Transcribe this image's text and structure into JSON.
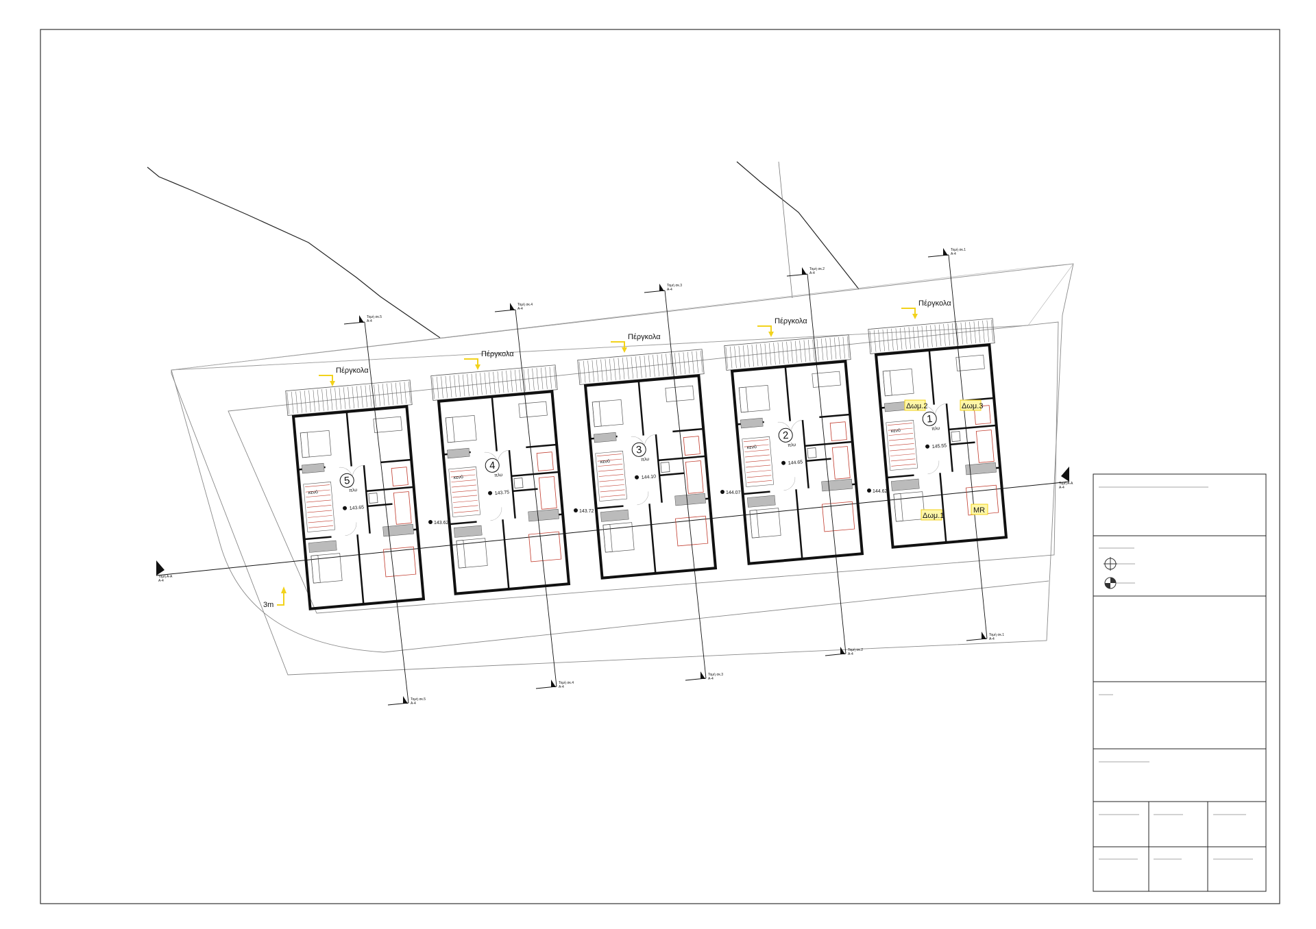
{
  "colors": {
    "wall": "#111111",
    "thin": "#555555",
    "site": "#888888",
    "accent": "#f2d21b",
    "red": "#c0392b",
    "highlight": "#fff7a8"
  },
  "units": [
    {
      "number": "5",
      "pergola": "Πέργκολα",
      "level": "143.65",
      "section": "Τομή σκ.5",
      "tag_void": "κενό",
      "tag_corr": "πλυ"
    },
    {
      "number": "4",
      "pergola": "Πέργκολα",
      "level": "143.75",
      "section": "Τομή σκ.4",
      "tag_void": "κενό",
      "tag_corr": "πλυ"
    },
    {
      "number": "3",
      "pergola": "Πέργκολα",
      "level": "144.10",
      "section": "Τομή σκ.3",
      "tag_void": "κενό",
      "tag_corr": "πλυ"
    },
    {
      "number": "2",
      "pergola": "Πέργκολα",
      "level": "144.65",
      "section": "Τομή σκ.2",
      "tag_void": "κενό",
      "tag_corr": "πλυ"
    },
    {
      "number": "1",
      "pergola": "Πέργκολα",
      "level": "145.55",
      "section": "Τομή σκ.1",
      "tag_void": "κενό",
      "tag_corr": "πλυ"
    }
  ],
  "ground_levels": [
    "143.62",
    "143.72",
    "144.07",
    "144.62"
  ],
  "section_aa": "Τομή Α-Α",
  "sheet_ref": "Α-4",
  "setback": "3m",
  "room_labels": [
    "Δωμ.2",
    "Δωμ.3",
    "Δωμ.1",
    "MR"
  ],
  "legend_icons": [
    "crosshair-icon",
    "half-filled-circle-icon"
  ]
}
